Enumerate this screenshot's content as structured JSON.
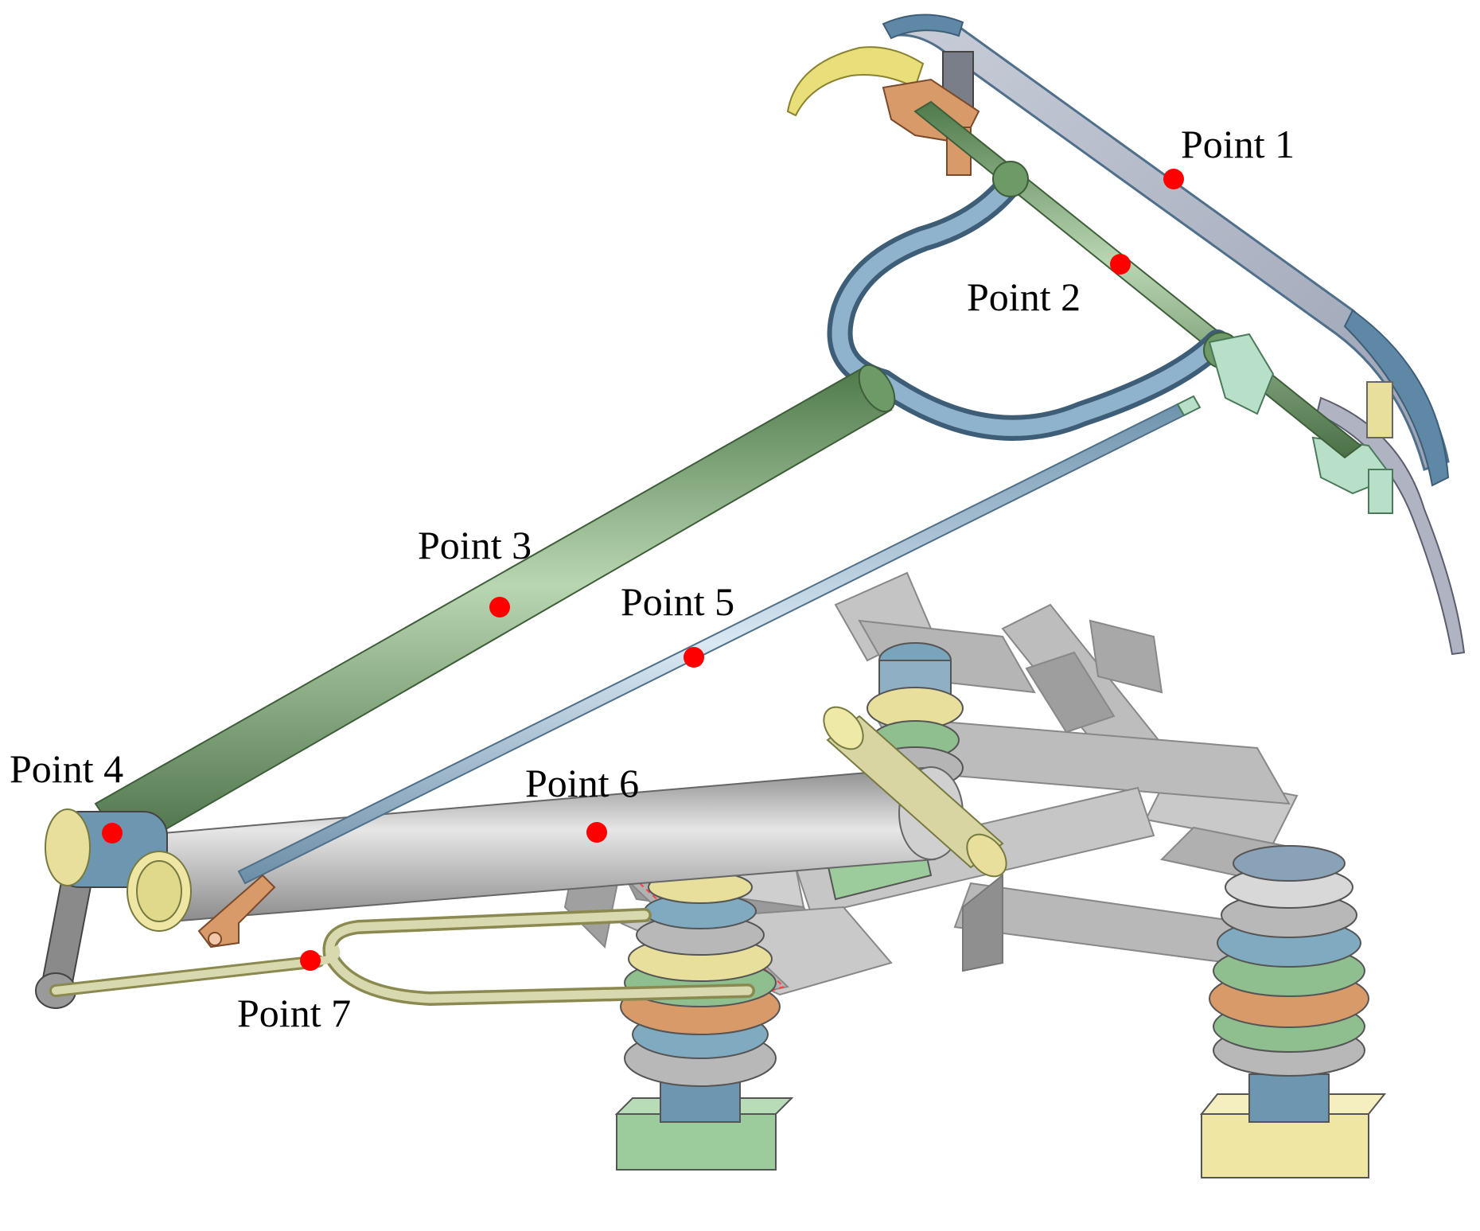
{
  "colors": {
    "marker": "#ff0000",
    "upper_arm": "#6e9a68",
    "lower_arm": "#b8b8b8",
    "pull_rod": "#a9c6dc",
    "head_frame": "#5f88a6",
    "horn": "#8aa2b8",
    "base_frame": "#bdbdbd",
    "balance_rod": "#d9d9b0",
    "insulator_blue": "#7faac0",
    "insulator_orange": "#d99a6a",
    "insulator_green": "#8fbf8f",
    "insulator_yellow": "#e8df9c",
    "plate_green": "#9ccc9c",
    "plate_yellow": "#efe6a3"
  },
  "points": [
    {
      "id": "p1",
      "label": "Point 1"
    },
    {
      "id": "p2",
      "label": "Point 2"
    },
    {
      "id": "p3",
      "label": "Point 3"
    },
    {
      "id": "p4",
      "label": "Point 4"
    },
    {
      "id": "p5",
      "label": "Point 5"
    },
    {
      "id": "p6",
      "label": "Point 6"
    },
    {
      "id": "p7",
      "label": "Point 7"
    }
  ]
}
